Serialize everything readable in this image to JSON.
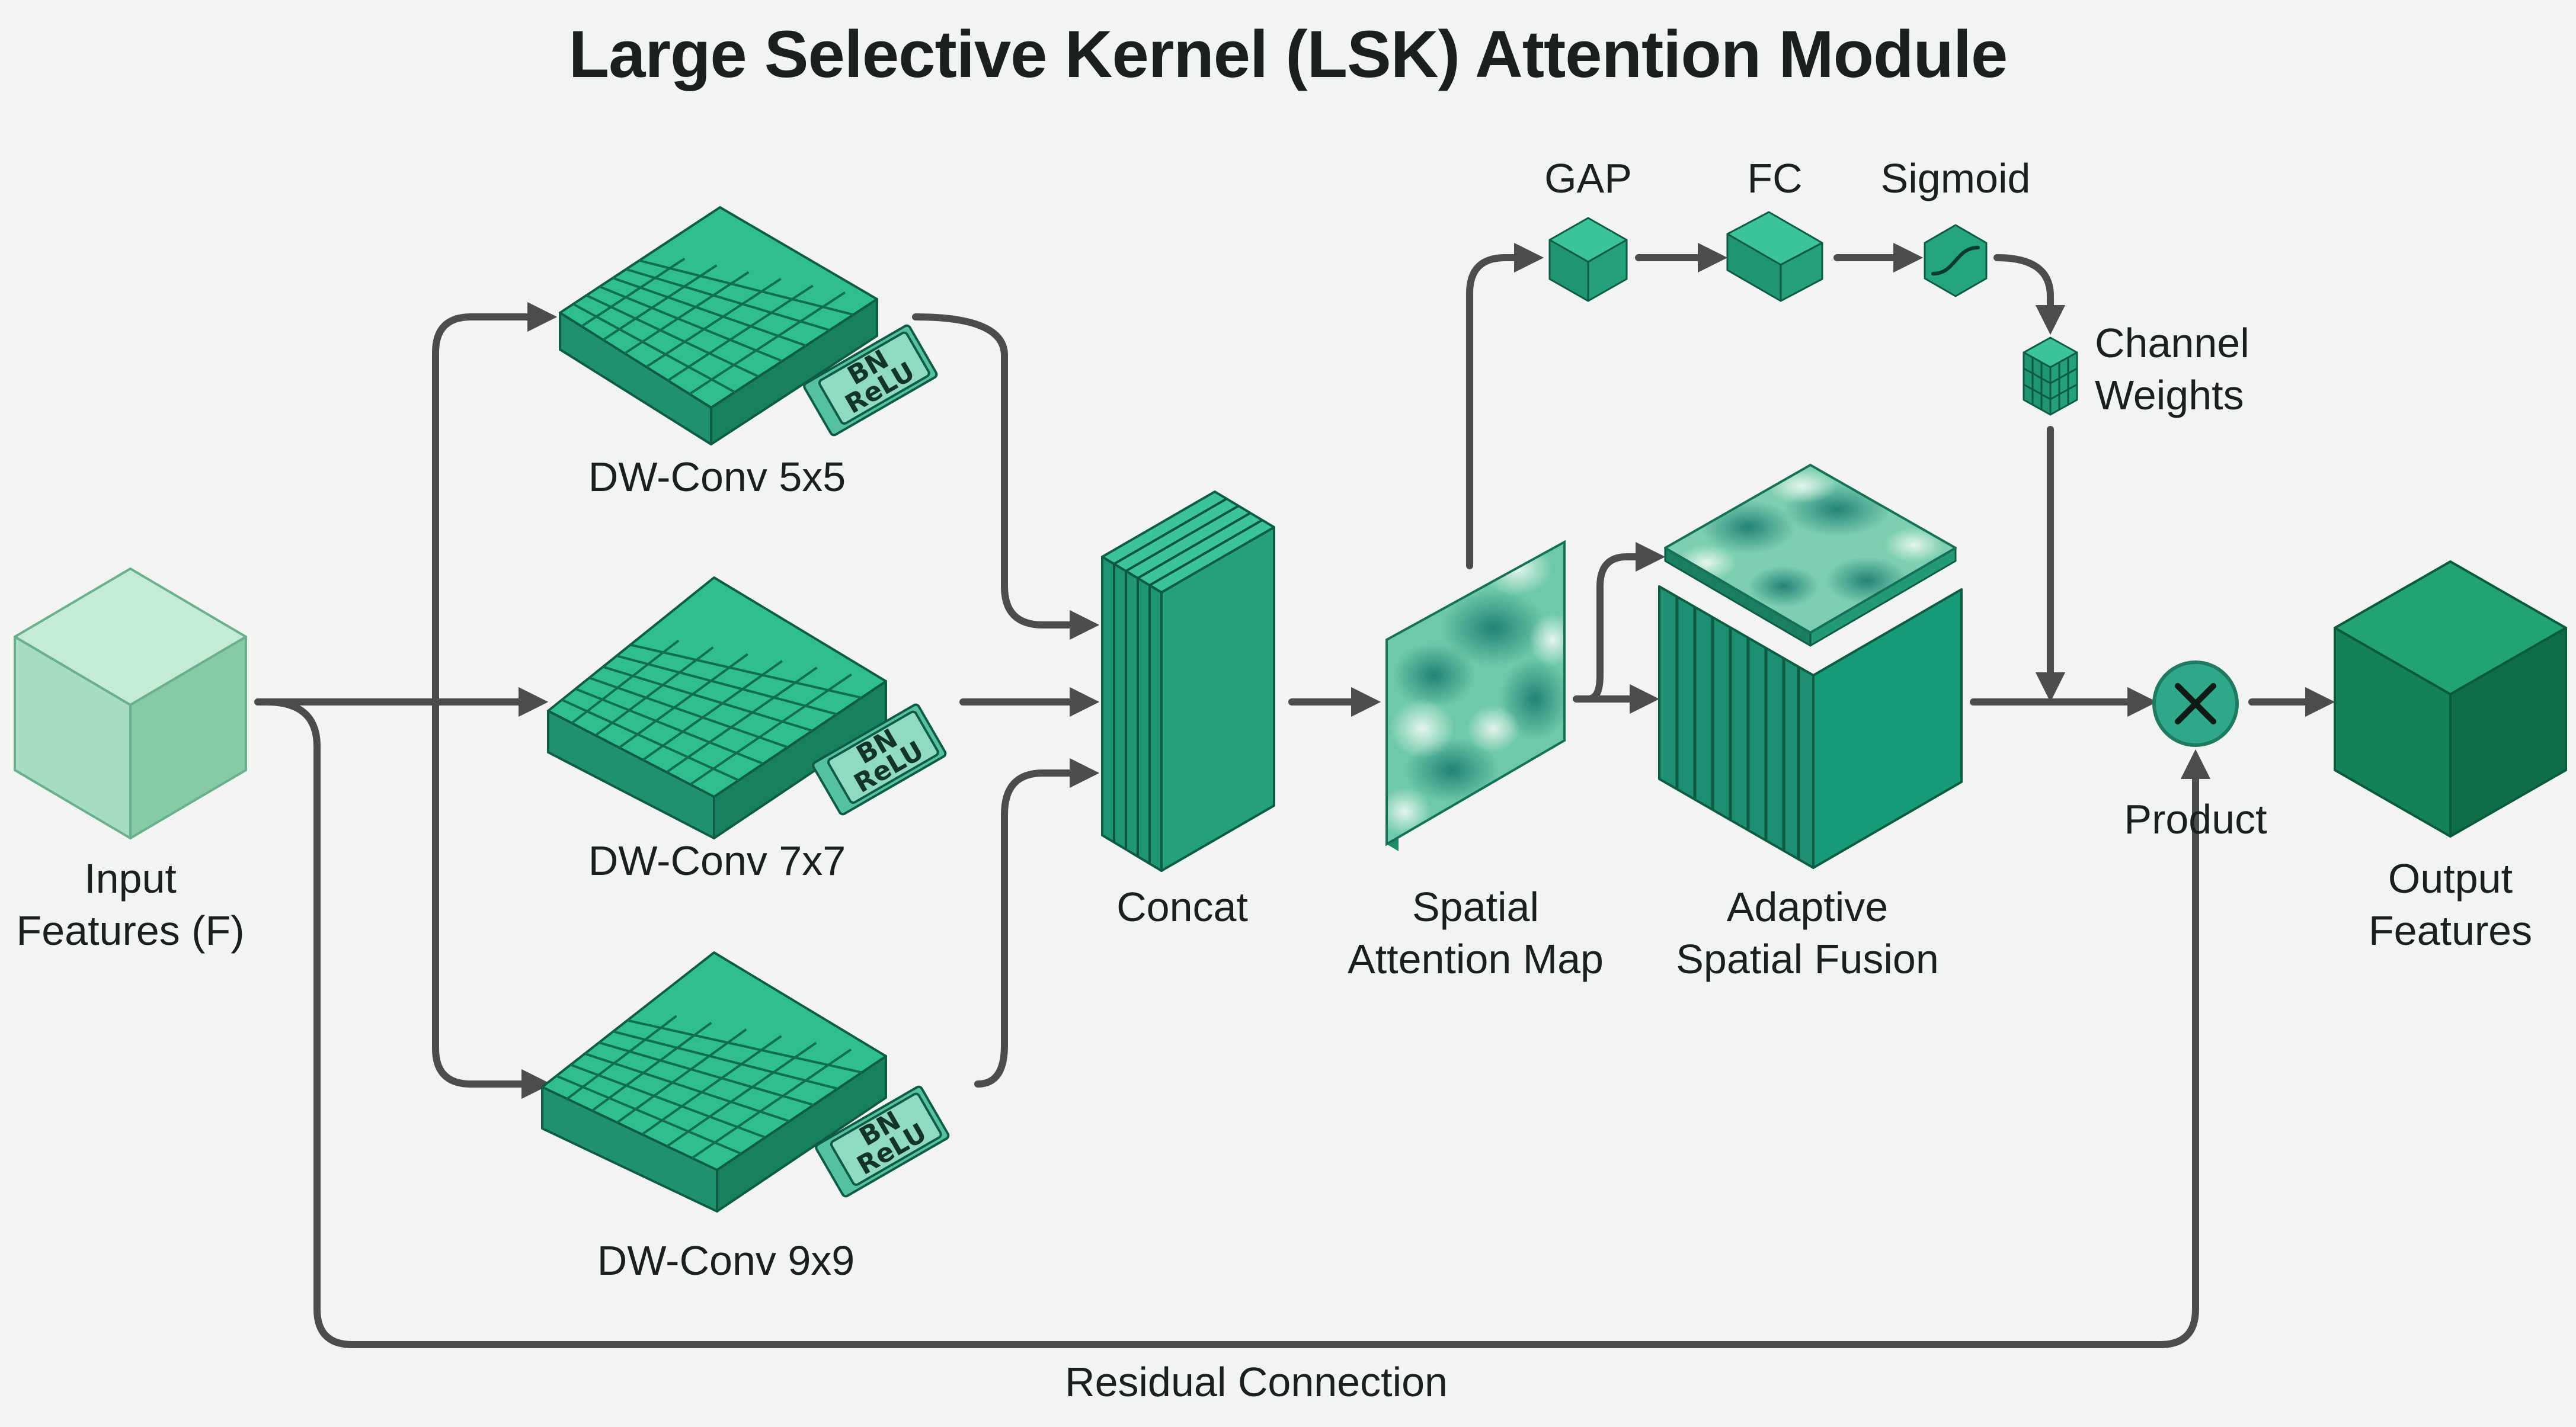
{
  "title": "Large Selective Kernel (LSK) Attention Module",
  "nodes": {
    "input": [
      "Input",
      "Features (F)"
    ],
    "conv5": "DW-Conv 5x5",
    "conv7": "DW-Conv 7x7",
    "conv9": "DW-Conv 9x9",
    "bn": "BN",
    "relu": "ReLU",
    "concat": "Concat",
    "spatial": [
      "Spatial",
      "Attention Map"
    ],
    "fusion": [
      "Adaptive",
      "Spatial Fusion"
    ],
    "gap": "GAP",
    "fc": "FC",
    "sigmoid": "Sigmoid",
    "channel": [
      "Channel",
      "Weights"
    ],
    "product": "Product",
    "output": [
      "Output",
      "Features"
    ],
    "residual": "Residual Connection"
  },
  "colors": {
    "arrow": "#4a4d4b",
    "cube_light": "#9cdcb9",
    "cube_dark": "#15845e",
    "conv_top": "#2fbf8e",
    "conv_grid": "#116e50",
    "product_fill": "#2fa888",
    "background": "#f2f4f2"
  }
}
